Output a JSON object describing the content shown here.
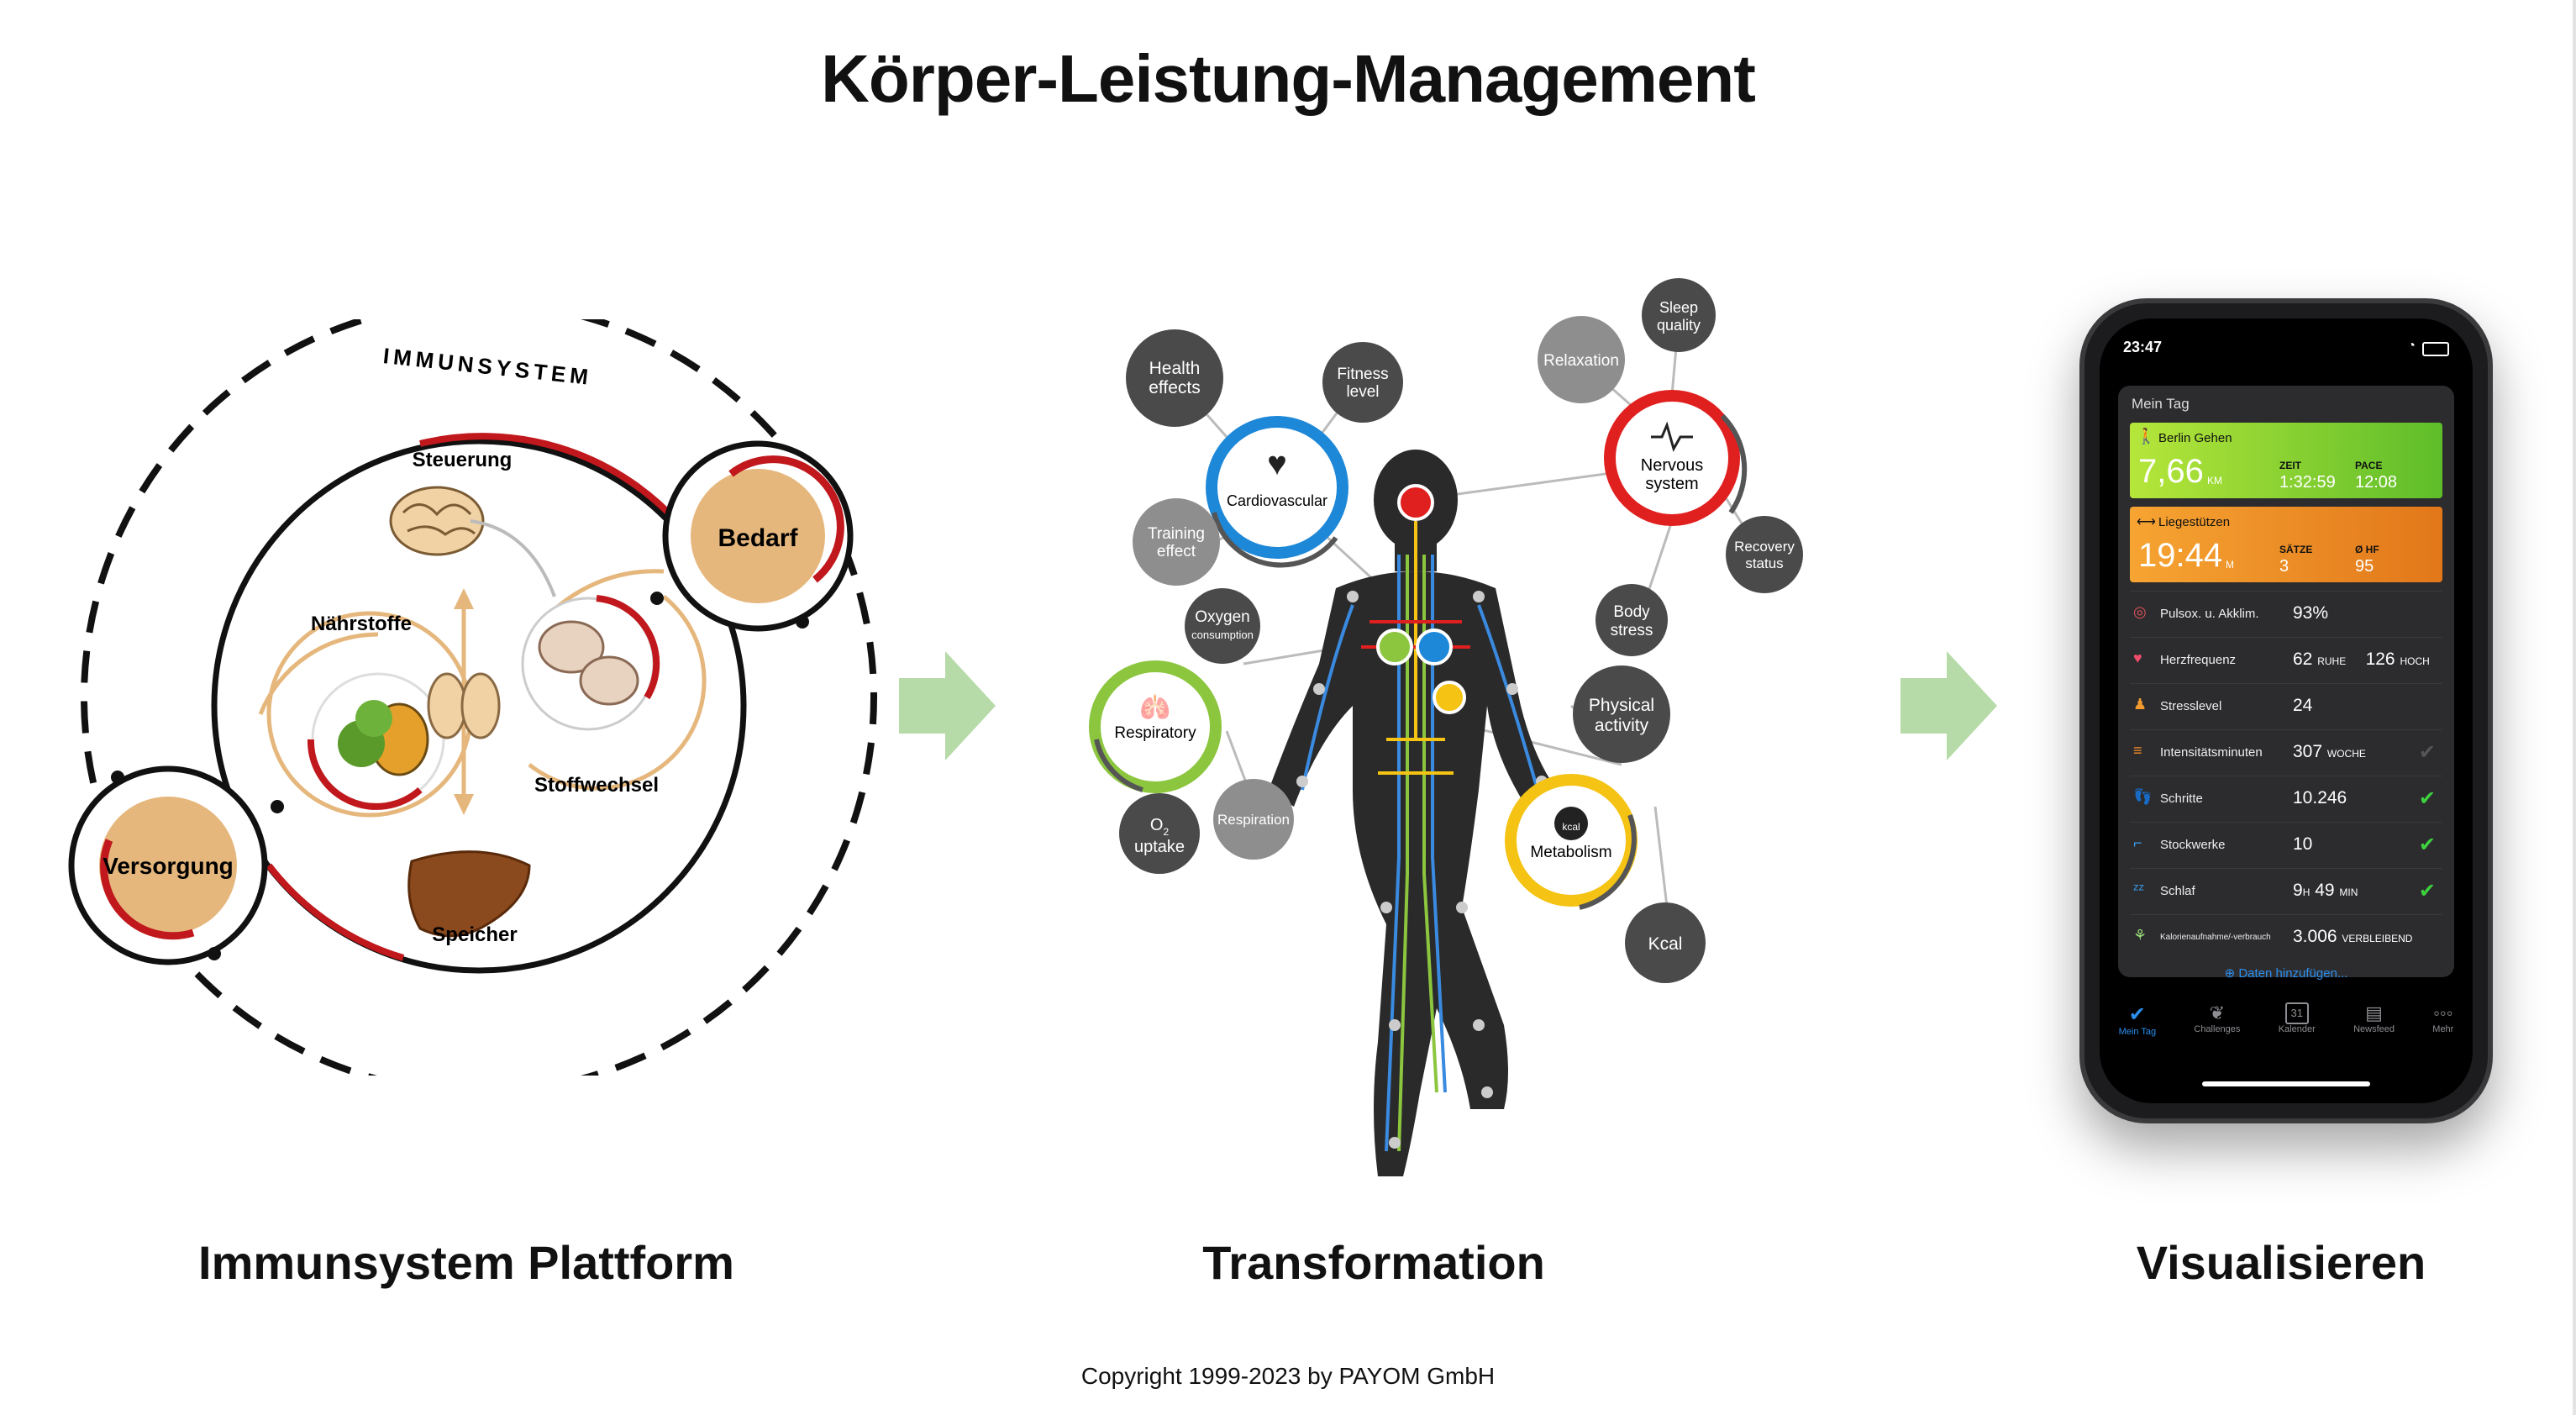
{
  "title": "Körper-Leistung-Management",
  "immune": {
    "ring_label": "IMMUNSYSTEM",
    "steuerung": "Steuerung",
    "bedarf": "Bedarf",
    "naehrstoffe": "Nährstoffe",
    "stoffwechsel": "Stoffwechsel",
    "versorgung": "Versorgung",
    "speicher": "Speicher"
  },
  "body": {
    "health_effects": [
      "Health",
      "effects"
    ],
    "fitness_level": [
      "Fitness",
      "level"
    ],
    "relaxation": "Relaxation",
    "sleep_quality": [
      "Sleep",
      "quality"
    ],
    "cardiovascular": "Cardiovascular",
    "nervous_system": [
      "Nervous",
      "system"
    ],
    "training_effect": [
      "Training",
      "effect"
    ],
    "recovery_status": [
      "Recovery",
      "status"
    ],
    "oxygen": "Oxygen",
    "consumption": "consumption",
    "body_stress": [
      "Body",
      "stress"
    ],
    "respiratory": "Respiratory",
    "physical_activity": [
      "Physical",
      "activity"
    ],
    "o2": "O",
    "o2_sub": "2",
    "uptake": "uptake",
    "respiration": "Respiration",
    "metabolism": "Metabolism",
    "kcal_badge": "kcal",
    "kcal": "Kcal"
  },
  "phone": {
    "time": "23:47",
    "header": "Mein Tag",
    "activity1": {
      "name": "Berlin Gehen",
      "value": "7,66",
      "unit": "KM",
      "col1_label": "ZEIT",
      "col1_value": "1:32:59",
      "col2_label": "PACE",
      "col2_value": "12:08"
    },
    "activity2": {
      "name": "Liegestützen",
      "value": "19:44",
      "unit": "M",
      "col1_label": "SÄTZE",
      "col1_value": "3",
      "col2_label": "Ø HF",
      "col2_value": "95"
    },
    "rows": [
      {
        "label": "Pulsox. u. Akklim.",
        "value": "93%",
        "suffix": "",
        "value2": "",
        "suffix2": "",
        "check": "",
        "icon_color": "#e0505a"
      },
      {
        "label": "Herzfrequenz",
        "value": "62",
        "suffix": "RUHE",
        "value2": "126",
        "suffix2": "HOCH",
        "check": "",
        "icon_color": "#ef4d6b"
      },
      {
        "label": "Stresslevel",
        "value": "24",
        "suffix": "",
        "value2": "",
        "suffix2": "",
        "check": "",
        "icon_color": "#f29a2e"
      },
      {
        "label": "Intensitätsminuten",
        "value": "307",
        "suffix": "WOCHE",
        "value2": "",
        "suffix2": "",
        "check": "dark",
        "icon_color": "#f28c28"
      },
      {
        "label": "Schritte",
        "value": "10.246",
        "suffix": "",
        "value2": "",
        "suffix2": "",
        "check": "green",
        "icon_color": "#3aa0f0"
      },
      {
        "label": "Stockwerke",
        "value": "10",
        "suffix": "",
        "value2": "",
        "suffix2": "",
        "check": "green",
        "icon_color": "#3aa0f0"
      },
      {
        "label": "Schlaf",
        "value": "9",
        "suffix": "H",
        "value2": "49",
        "suffix2": "MIN",
        "check": "green",
        "icon_color": "#3aa0f0"
      },
      {
        "label": "Kalorienaufnahme/-verbrauch",
        "value": "3.006",
        "suffix": "VERBLEIBEND",
        "value2": "",
        "suffix2": "",
        "check": "",
        "icon_color": "#9be07a"
      }
    ],
    "add_data": "Daten hinzufügen...",
    "tabs": [
      "Mein Tag",
      "Challenges",
      "Kalender",
      "Newsfeed",
      "Mehr"
    ],
    "calendar_day": "31"
  },
  "labels": {
    "left": "Immunsystem Plattform",
    "middle": "Transformation",
    "right": "Visualisieren"
  },
  "copyright": "Copyright 1999-2023 by PAYOM GmbH",
  "colors": {
    "arrow": "#b7dba8",
    "circle_fill": "#e5b77c",
    "ring_red": "#c0181c",
    "bubble_dark": "#4a4a4b",
    "bubble_grey": "#8e8e8f",
    "cardio_blue": "#1e88d8",
    "resp_green": "#8cc63f",
    "nervous_red": "#e0201f",
    "metab_yellow": "#f4c313",
    "activity_green": "#8ed32d",
    "activity_orange": "#f08a1c"
  }
}
